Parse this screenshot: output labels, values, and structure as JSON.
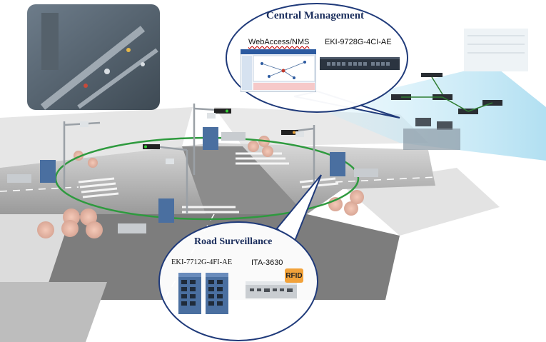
{
  "central_management": {
    "title": "Central Management",
    "products": [
      {
        "label": "WebAccess/NMS"
      },
      {
        "label": "EKI-9728G-4CI-AE"
      }
    ]
  },
  "road_surveillance": {
    "title": "Road Surveillance",
    "products": [
      {
        "label": "EKI-7712G-4FI-AE"
      },
      {
        "label": "ITA-3630"
      }
    ],
    "badge": "RFID"
  },
  "colors": {
    "bubble_border": "#1f3a7a",
    "title_text": "#1a2d5c",
    "ring": "#2e9a3e",
    "road": "#8a8a8a",
    "network_panel": "#bfe6f5",
    "switch_body": "#4a6fa0"
  }
}
